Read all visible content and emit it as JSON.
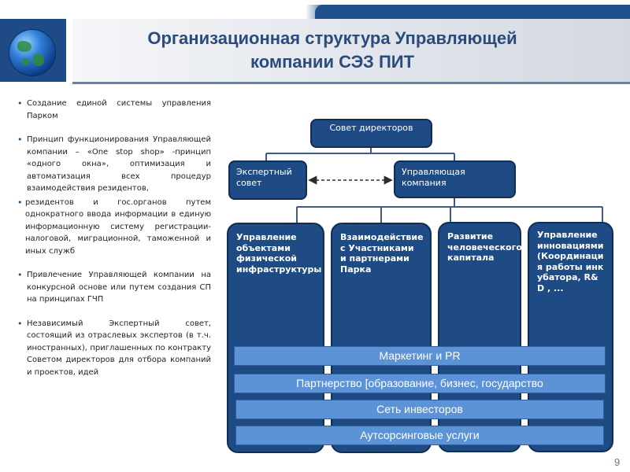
{
  "header": {
    "title_line1": "Организационная структура  Управляющей",
    "title_line2": "компании  СЭЗ ПИТ"
  },
  "bullets": [
    "Создание единой системы управления Парком",
    "Принцип функционирования Управляющей компании – «One stop shop» -принцип «одного окна», оптимизация и автоматизация всех процедур взаимодействия резидентов,",
    "резидентов и гос.органов путем однократного ввода информации в единую информационную систему регистрации- налоговой, миграционной, таможенной и иных служб",
    "Привлечение Управляющей компании на конкурсной основе или путем создания СП на принципах ГЧП",
    "Независимый Экспертный совет, состоящий из отраслевых экспертов (в т.ч. иностранных), приглашенных по контракту Советом директоров для отбора компаний и проектов, идей"
  ],
  "org": {
    "council": "Совет директоров",
    "expert": "Экспертный совет",
    "management": "Управляющая компания",
    "col1": "Управление объектами физической инфраструктуры",
    "col2": "Взаимодействие с Участниками и партнерами Парка",
    "col3": "Развитие человеческого капитала",
    "col4": "Управление инновациями (Координация работы инкубатора, R&D , ..."
  },
  "bands": [
    "Маркетинг и PR",
    "Партнерство  [образование, бизнес, государство",
    "Сеть инвесторов",
    "Аутсорсинговые услуги"
  ],
  "page_number": "9",
  "colors": {
    "node_fill": "#1f4b85",
    "band_fill": "#5b93d6",
    "title": "#2b4b7a"
  }
}
